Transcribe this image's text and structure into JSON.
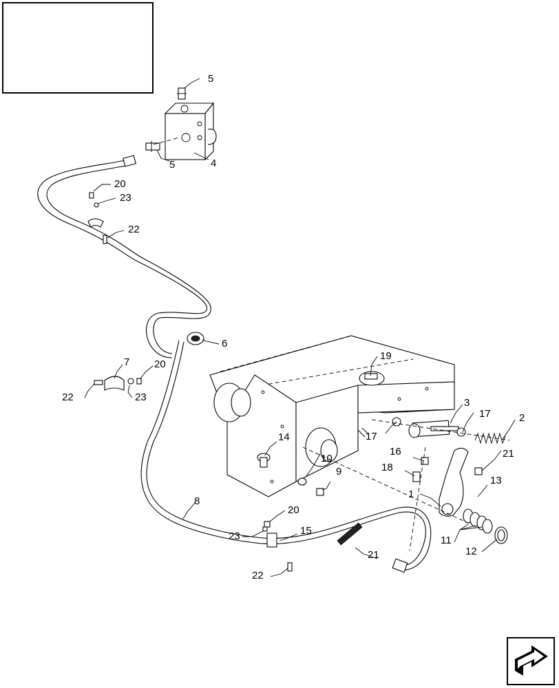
{
  "diagram": {
    "callouts": [
      {
        "id": "c5a",
        "text": "5"
      },
      {
        "id": "c5b",
        "text": "5"
      },
      {
        "id": "c4",
        "text": "4"
      },
      {
        "id": "c20a",
        "text": "20"
      },
      {
        "id": "c23a",
        "text": "23"
      },
      {
        "id": "c22a",
        "text": "22"
      },
      {
        "id": "c6",
        "text": "6"
      },
      {
        "id": "c7",
        "text": "7"
      },
      {
        "id": "c20b",
        "text": "20"
      },
      {
        "id": "c22b",
        "text": "22"
      },
      {
        "id": "c23b",
        "text": "23"
      },
      {
        "id": "c19",
        "text": "19"
      },
      {
        "id": "c3",
        "text": "3"
      },
      {
        "id": "c17a",
        "text": "17"
      },
      {
        "id": "c2",
        "text": "2"
      },
      {
        "id": "c17b",
        "text": "17"
      },
      {
        "id": "c14",
        "text": "14"
      },
      {
        "id": "c10",
        "text": "10"
      },
      {
        "id": "c16",
        "text": "16"
      },
      {
        "id": "c21a",
        "text": "21"
      },
      {
        "id": "c18",
        "text": "18"
      },
      {
        "id": "c9",
        "text": "9"
      },
      {
        "id": "c13",
        "text": "13"
      },
      {
        "id": "c1",
        "text": "1"
      },
      {
        "id": "c8",
        "text": "8"
      },
      {
        "id": "c20c",
        "text": "20"
      },
      {
        "id": "c15",
        "text": "15"
      },
      {
        "id": "c23c",
        "text": "23"
      },
      {
        "id": "c11",
        "text": "11"
      },
      {
        "id": "c12",
        "text": "12"
      },
      {
        "id": "c21b",
        "text": "21"
      },
      {
        "id": "c22c",
        "text": "22"
      }
    ],
    "icons": {
      "nav": "next-page-arrow-icon"
    }
  }
}
